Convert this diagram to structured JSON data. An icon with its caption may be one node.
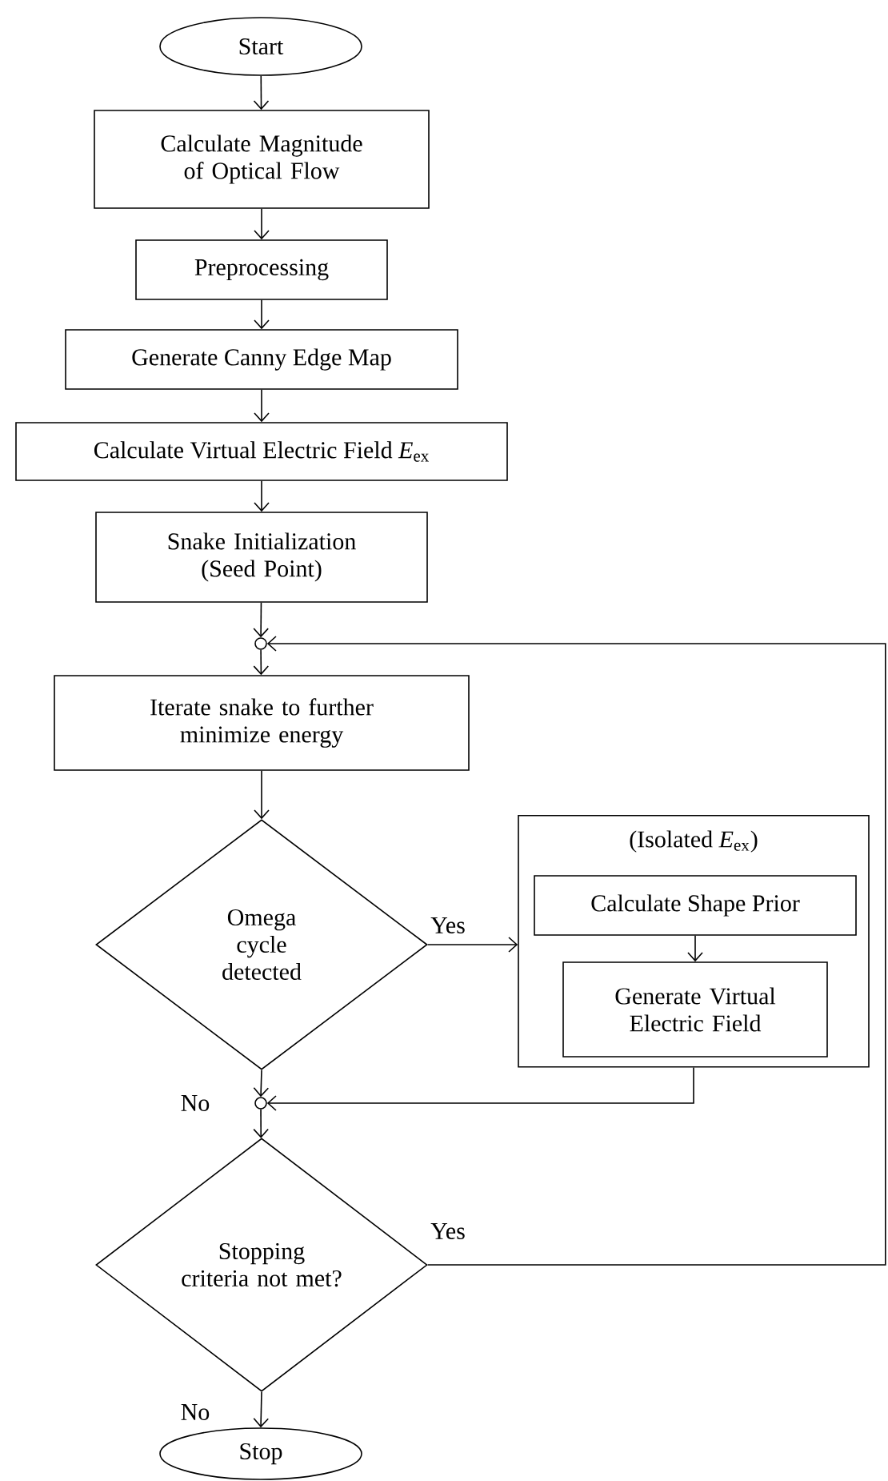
{
  "diagram": {
    "nodes": [
      {
        "text": [
          "Start"
        ]
      },
      {
        "text": [
          "Calculate Magnitude of Optical Flow"
        ]
      },
      {
        "text": [
          "Preprocessing"
        ]
      },
      {
        "text": [
          "Generate Canny Edge Map"
        ]
      },
      {
        "text": [
          "Calculate Virtual Electric Field *E*$_{ex}$"
        ]
      },
      {
        "text": [
          "Snake Initialization (Seed Point)"
        ]
      },
      {
        "text": [],
        "shape": "circle"
      },
      {
        "text": [
          "Iterate snake to further minimize energy"
        ]
      },
      {
        "text": [
          "Omega cycle detected"
        ]
      },
      {
        "text": [
          "(Isolated *E*$_{ex}$)"
        ]
      },
      {
        "text": [
          "Calculate Shape Prior"
        ],
        "in": 9
      },
      {
        "text": [
          "Generate Virtual Electric Field"
        ],
        "in": 9
      },
      {
        "text": [],
        "shape": "circle"
      },
      {
        "text": [
          "Stopping criteria not met?"
        ]
      },
      {
        "text": [
          "Stop"
        ]
      }
    ],
    "edges": [
      {
        "from": 0,
        "to": 1,
        "arrow": "to"
      },
      {
        "from": 1,
        "to": 2,
        "arrow": "to"
      },
      {
        "from": 2,
        "to": 3,
        "arrow": "to"
      },
      {
        "from": 3,
        "to": 4,
        "arrow": "to"
      },
      {
        "from": 4,
        "to": 5,
        "arrow": "to"
      },
      {
        "from": 5,
        "to": 6,
        "arrow": "to"
      },
      {
        "from": 6,
        "to": 7,
        "arrow": "to"
      },
      {
        "from": 7,
        "to": 8,
        "arrow": "to"
      },
      {
        "from": 8,
        "to": 9,
        "arrow": "to",
        "label": "Yes"
      },
      {
        "from": 10,
        "to": 11,
        "arrow": "to"
      },
      {
        "from": 8,
        "to": 12,
        "arrow": "to",
        "label": "No"
      },
      {
        "from": 9,
        "to": 12,
        "arrow": "to"
      },
      {
        "from": 12,
        "to": 13,
        "arrow": "to"
      },
      {
        "from": 13,
        "to": 6,
        "arrow": "to",
        "label": "Yes"
      },
      {
        "from": 13,
        "to": 14,
        "arrow": "to",
        "label": "No"
      }
    ]
  }
}
